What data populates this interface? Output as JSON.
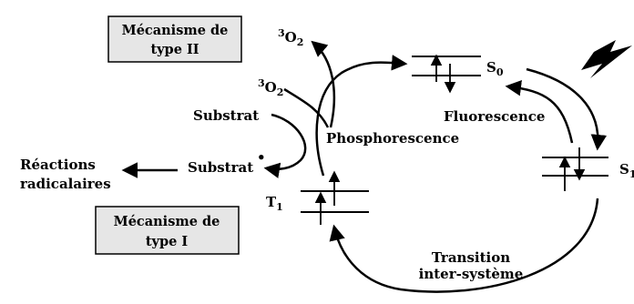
{
  "diagram": {
    "type_ii_box": {
      "line1": "Mécanisme de",
      "line2": "type II"
    },
    "type_i_box": {
      "line1": "Mécanisme de",
      "line2": "type I"
    },
    "oxygen_top": {
      "sup": "3",
      "base": "O",
      "sub": "2"
    },
    "oxygen_mid": {
      "sup": "3",
      "base": "O",
      "sub": "2"
    },
    "substrat_top": "Substrat",
    "substrat_bottom": "Substrat",
    "radical_dot": "•",
    "reactions": {
      "line1": "Réactions",
      "line2": "radicalaires"
    },
    "phosphorescence": "Phosphorescence",
    "fluorescence": "Fluorescence",
    "transition": {
      "line1": "Transition",
      "line2": "inter-système"
    },
    "s0": {
      "base": "S",
      "sub": "0"
    },
    "s1": {
      "base": "S",
      "sub": "1"
    },
    "t1": {
      "base": "T",
      "sub": "1"
    },
    "colors": {
      "ink": "#000000",
      "box_fill": "#e6e6e6",
      "background": "#ffffff"
    }
  }
}
